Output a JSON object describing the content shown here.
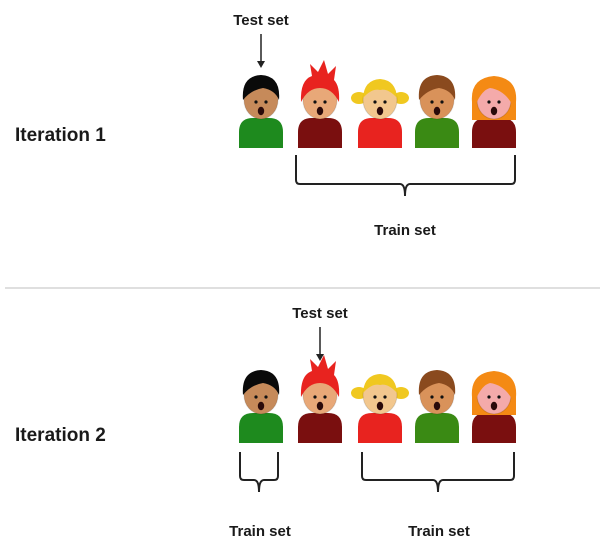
{
  "iterations": [
    {
      "label": "Iteration 1",
      "test_label": "Test set",
      "train_labels": [
        "Train set"
      ]
    },
    {
      "label": "Iteration 2",
      "test_label": "Test set",
      "train_labels": [
        "Train set",
        "Train set"
      ]
    }
  ],
  "people": [
    {
      "name": "person-1",
      "hair": "#0a0a0a",
      "skin": "#c68a5a",
      "shirt": "#1e8a1e",
      "hair_style": "short"
    },
    {
      "name": "person-2",
      "hair": "#e8231f",
      "skin": "#e8a878",
      "shirt": "#7a0f0f",
      "hair_style": "spiky"
    },
    {
      "name": "person-3",
      "hair": "#f0c820",
      "skin": "#f2c78e",
      "shirt": "#e8231f",
      "hair_style": "pigtails"
    },
    {
      "name": "person-4",
      "hair": "#8a4a1e",
      "skin": "#d9925a",
      "shirt": "#3a8a14",
      "hair_style": "short"
    },
    {
      "name": "person-5",
      "hair": "#f48a14",
      "skin": "#f4aaaa",
      "shirt": "#7a0f0f",
      "hair_style": "long"
    }
  ],
  "colors": {
    "divider": "#bfbfbf",
    "bracket": "#222222",
    "arrow": "#222222"
  }
}
